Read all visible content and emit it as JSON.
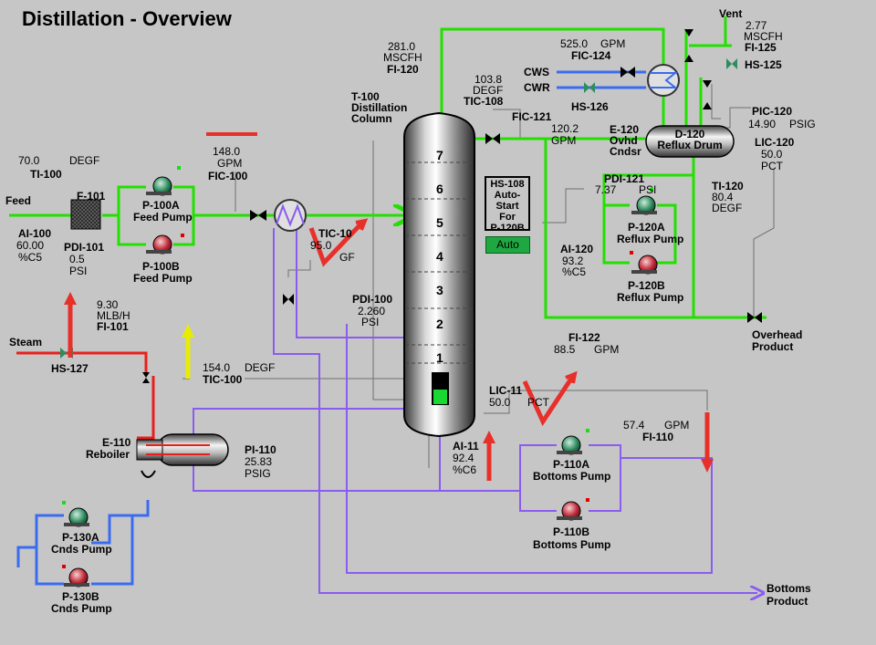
{
  "title": "Distillation - Overview",
  "column": {
    "tag": "T-100",
    "name_line1": "Distillation",
    "name_line2": "Column",
    "tray_numbers": [
      "7",
      "6",
      "5",
      "4",
      "3",
      "2",
      "1"
    ]
  },
  "feed": {
    "label": "Feed",
    "ti100": {
      "value": "70.0",
      "unit": "DEGF",
      "tag": "TI-100"
    },
    "ai100": {
      "tag": "AI-100",
      "value": "60.00",
      "unit": "%C5"
    },
    "pdi101": {
      "tag": "PDI-101",
      "value": "0.5",
      "unit": "PSI"
    },
    "filter": "F-101"
  },
  "p100a": {
    "tag": "P-100A",
    "name": "Feed Pump"
  },
  "p100b": {
    "tag": "P-100B",
    "name": "Feed Pump"
  },
  "fic100": {
    "value": "148.0",
    "unit": "GPM",
    "tag": "FIC-100"
  },
  "tic10x": {
    "tag": "TIC-10",
    "value": "95.0",
    "unit": "GF"
  },
  "fi120": {
    "value": "281.0",
    "unit": "MSCFH",
    "tag": "FI-120"
  },
  "tic108": {
    "value": "103.8",
    "unit": "DEGF",
    "tag": "TIC-108"
  },
  "fic121": {
    "tag": "FIC-121",
    "value": "120.2",
    "unit": "GPM"
  },
  "hs108": {
    "line1": "HS-108",
    "line2": "Auto-",
    "line3": "Start",
    "line4": "For",
    "line5": "P-120B",
    "button": "Auto"
  },
  "fic124": {
    "value": "525.0",
    "unit": "GPM",
    "tag": "FIC-124"
  },
  "cws": "CWS",
  "cwr": "CWR",
  "hs126": "HS-126",
  "vent": {
    "label": "Vent",
    "value": "2.77",
    "unit": "MSCFH",
    "tag": "FI-125"
  },
  "hs125": "HS-125",
  "pic120": {
    "tag": "PIC-120",
    "value": "14.90",
    "unit": "PSIG"
  },
  "e120": {
    "tag": "E-120",
    "line2": "Ovhd",
    "line3": "Cndsr"
  },
  "d120": {
    "tag": "D-120",
    "name": "Reflux Drum"
  },
  "lic120": {
    "tag": "LIC-120",
    "value": "50.0",
    "unit": "PCT"
  },
  "pdi121": {
    "tag": "PDI-121",
    "value": "7.37",
    "unit": "PSI"
  },
  "ti120": {
    "tag": "TI-120",
    "value": "80.4",
    "unit": "DEGF"
  },
  "p120a": {
    "tag": "P-120A",
    "name": "Reflux Pump"
  },
  "p120b": {
    "tag": "P-120B",
    "name": "Reflux Pump"
  },
  "ai120": {
    "tag": "AI-120",
    "value": "93.2",
    "unit": "%C5"
  },
  "fi122": {
    "tag": "FI-122",
    "value": "88.5",
    "unit": "GPM"
  },
  "overhead": {
    "line1": "Overhead",
    "line2": "Product"
  },
  "pdi100": {
    "tag": "PDI-100",
    "value": "2.260",
    "unit": "PSI"
  },
  "steam": "Steam",
  "hs127": "HS-127",
  "fi101": {
    "value": "9.30",
    "unit": "MLB/H",
    "tag": "FI-101"
  },
  "tic100": {
    "value": "154.0",
    "unit": "DEGF",
    "tag": "TIC-100"
  },
  "lic11x": {
    "tag": "LIC-11",
    "value": "50.0",
    "unit": "PCT"
  },
  "ai11x": {
    "tag": "AI-11",
    "value": "92.4",
    "unit": "%C6"
  },
  "fi110": {
    "value": "57.4",
    "unit": "GPM",
    "tag": "FI-110"
  },
  "e110": {
    "tag": "E-110",
    "name": "Reboiler"
  },
  "pi110": {
    "tag": "PI-110",
    "value": "25.83",
    "unit": "PSIG"
  },
  "p110a": {
    "tag": "P-110A",
    "name": "Bottoms Pump"
  },
  "p110b": {
    "tag": "P-110B",
    "name": "Bottoms Pump"
  },
  "p130a": {
    "tag": "P-130A",
    "name": "Cnds Pump"
  },
  "p130b": {
    "tag": "P-130B",
    "name": "Cnds Pump"
  },
  "bottoms": {
    "line1": "Bottoms",
    "line2": "Product"
  },
  "colors": {
    "process_green": "#22e000",
    "steam_red": "#e8201c",
    "bottoms_purple": "#8a5cf0",
    "water_blue": "#3a6cf0",
    "annotation_red": "#e8302a",
    "annotation_yellow": "#e8ec00"
  }
}
